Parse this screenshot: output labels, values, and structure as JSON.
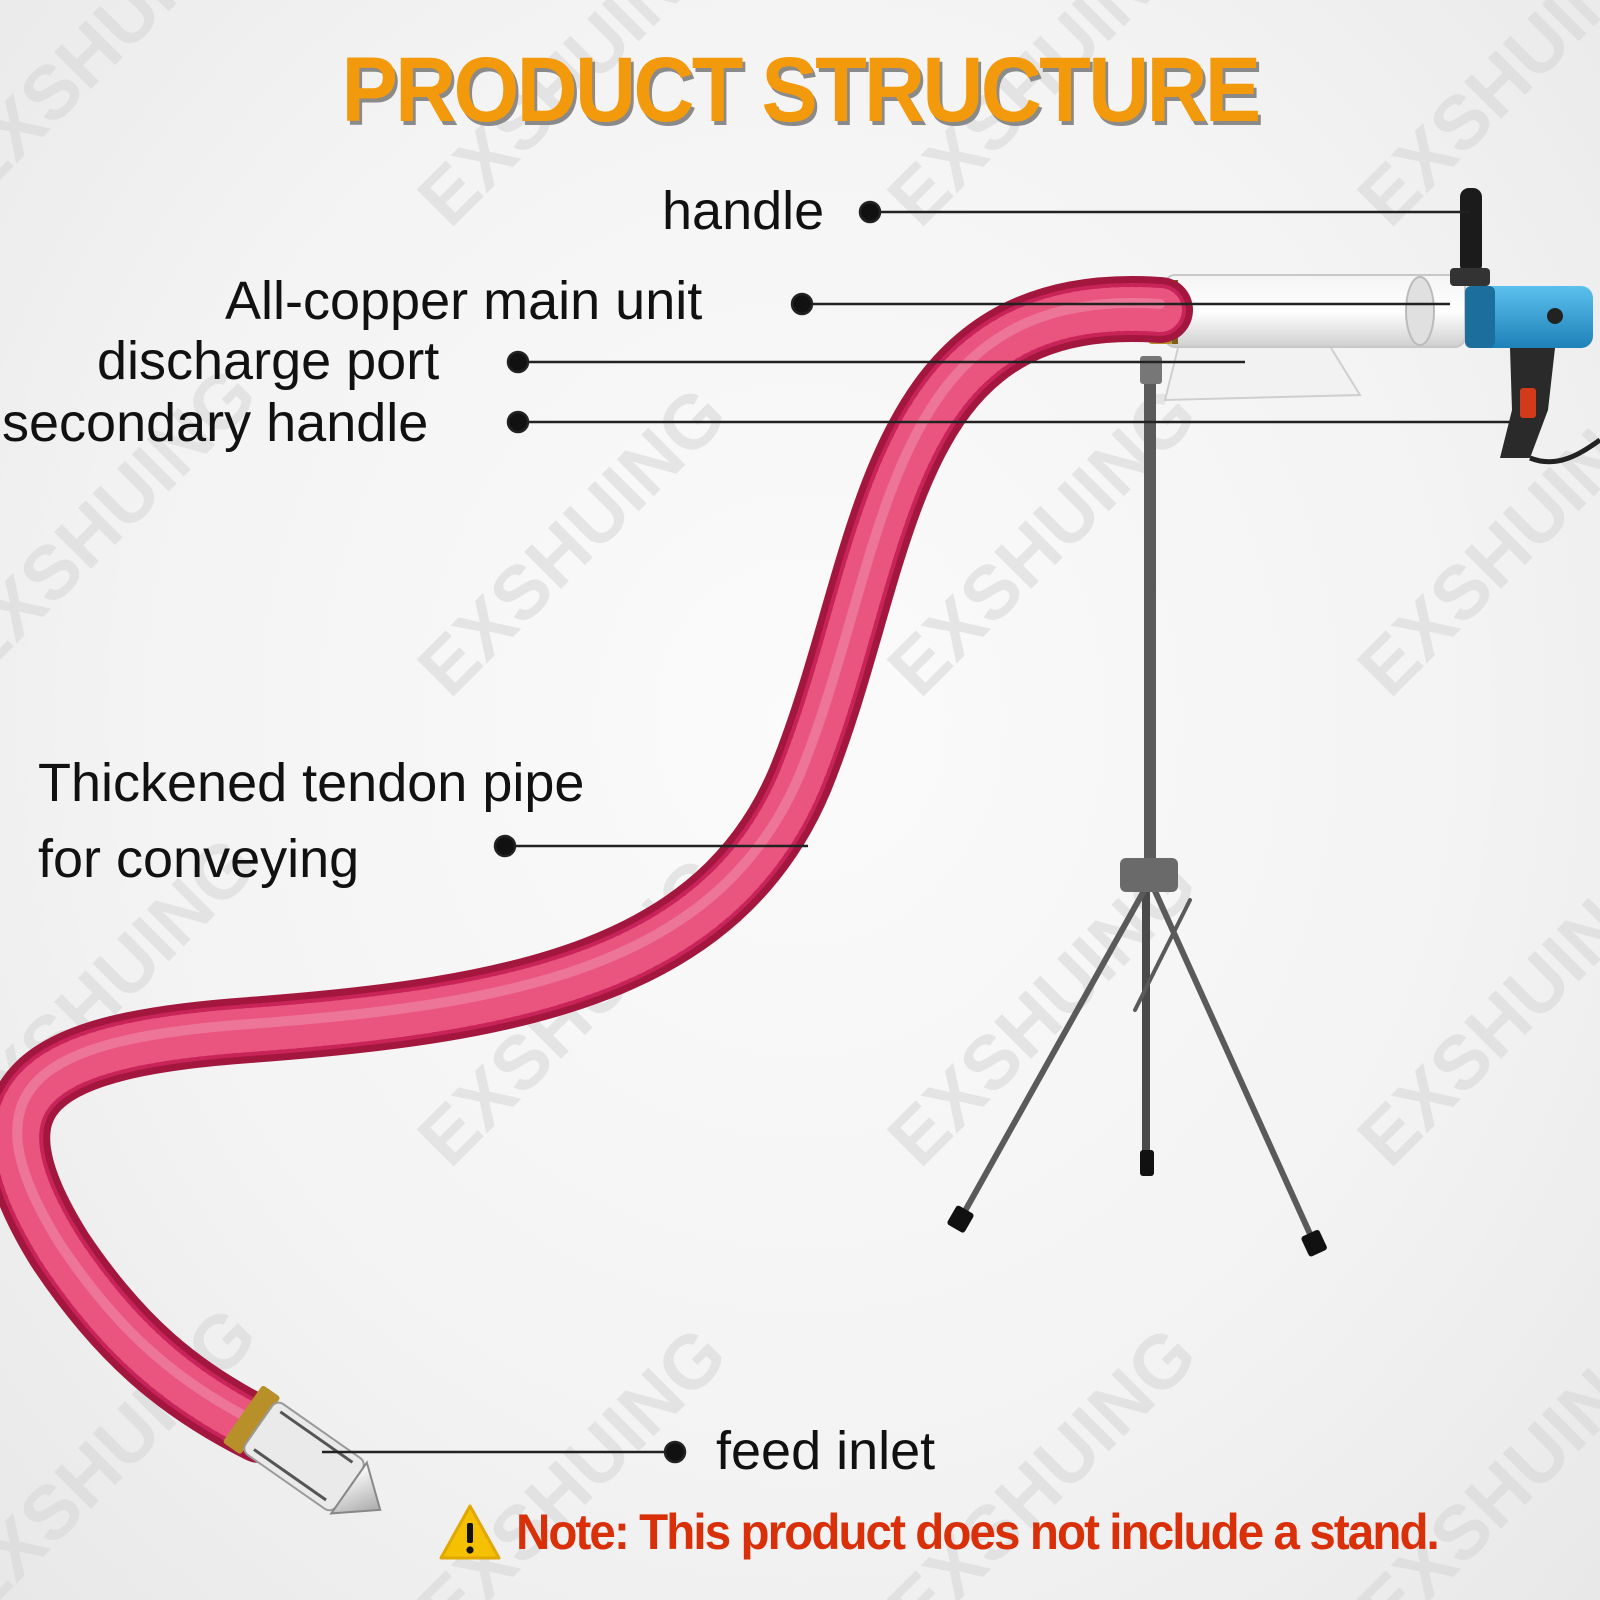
{
  "header": {
    "title": "PRODUCT STRUCTURE"
  },
  "watermark": {
    "text": "EXSHUING"
  },
  "labels": {
    "handle": "handle",
    "main_unit": "All-copper main unit",
    "discharge_port": "discharge port",
    "secondary_handle": "secondary handle",
    "pipe_line1": "Thickened tendon pipe",
    "pipe_line2": "for conveying",
    "feed_inlet": "feed inlet"
  },
  "note": {
    "icon": "warning-icon",
    "text": "Note: This product does not include a stand."
  },
  "colors": {
    "title": "#f39a0c",
    "note": "#d9300a",
    "hose": "#c01f52",
    "motor": "#2ea3d8",
    "warning": "#f5c000"
  }
}
